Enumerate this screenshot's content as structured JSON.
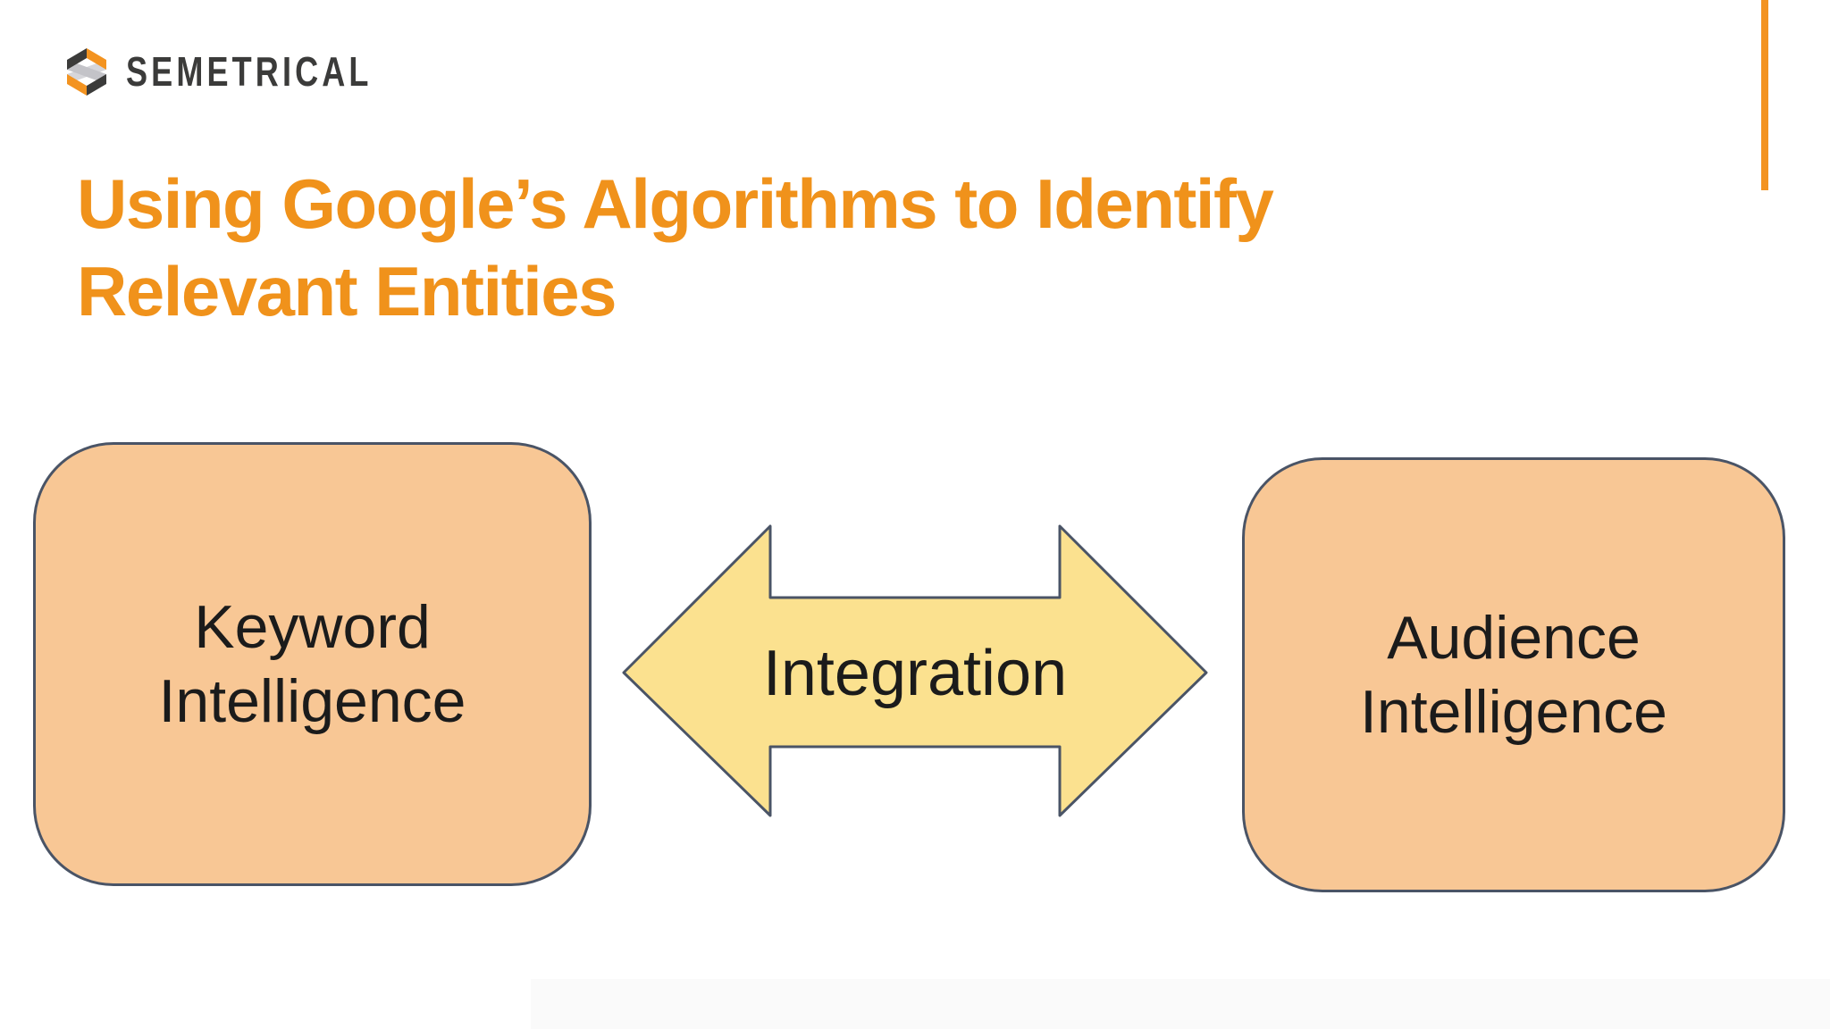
{
  "brand": {
    "wordmark": "SEMETRICAL",
    "icon": "semetrical-ribbon-hourglass"
  },
  "title": {
    "line1": "Using Google’s Algorithms to Identify",
    "line2": "Relevant Entities"
  },
  "diagram": {
    "nodes": [
      {
        "id": "keyword-intelligence",
        "line1": "Keyword",
        "line2": "Intelligence"
      },
      {
        "id": "audience-intelligence",
        "line1": "Audience",
        "line2": "Intelligence"
      }
    ],
    "connector": {
      "shape": "double-headed-arrow",
      "label": "Integration"
    }
  },
  "colors": {
    "accent_orange": "#F39320",
    "title_orange": "#F0921B",
    "node_fill": "#F8C795",
    "arrow_fill": "#FBE18F",
    "outline": "#4A5466",
    "ink": "#1B1B1B",
    "logo_dark": "#3B3B3A",
    "logo_light_1": "#D6D6DA",
    "logo_light_2": "#C3C3C8",
    "bottom_strip": "#FAFAFA"
  }
}
